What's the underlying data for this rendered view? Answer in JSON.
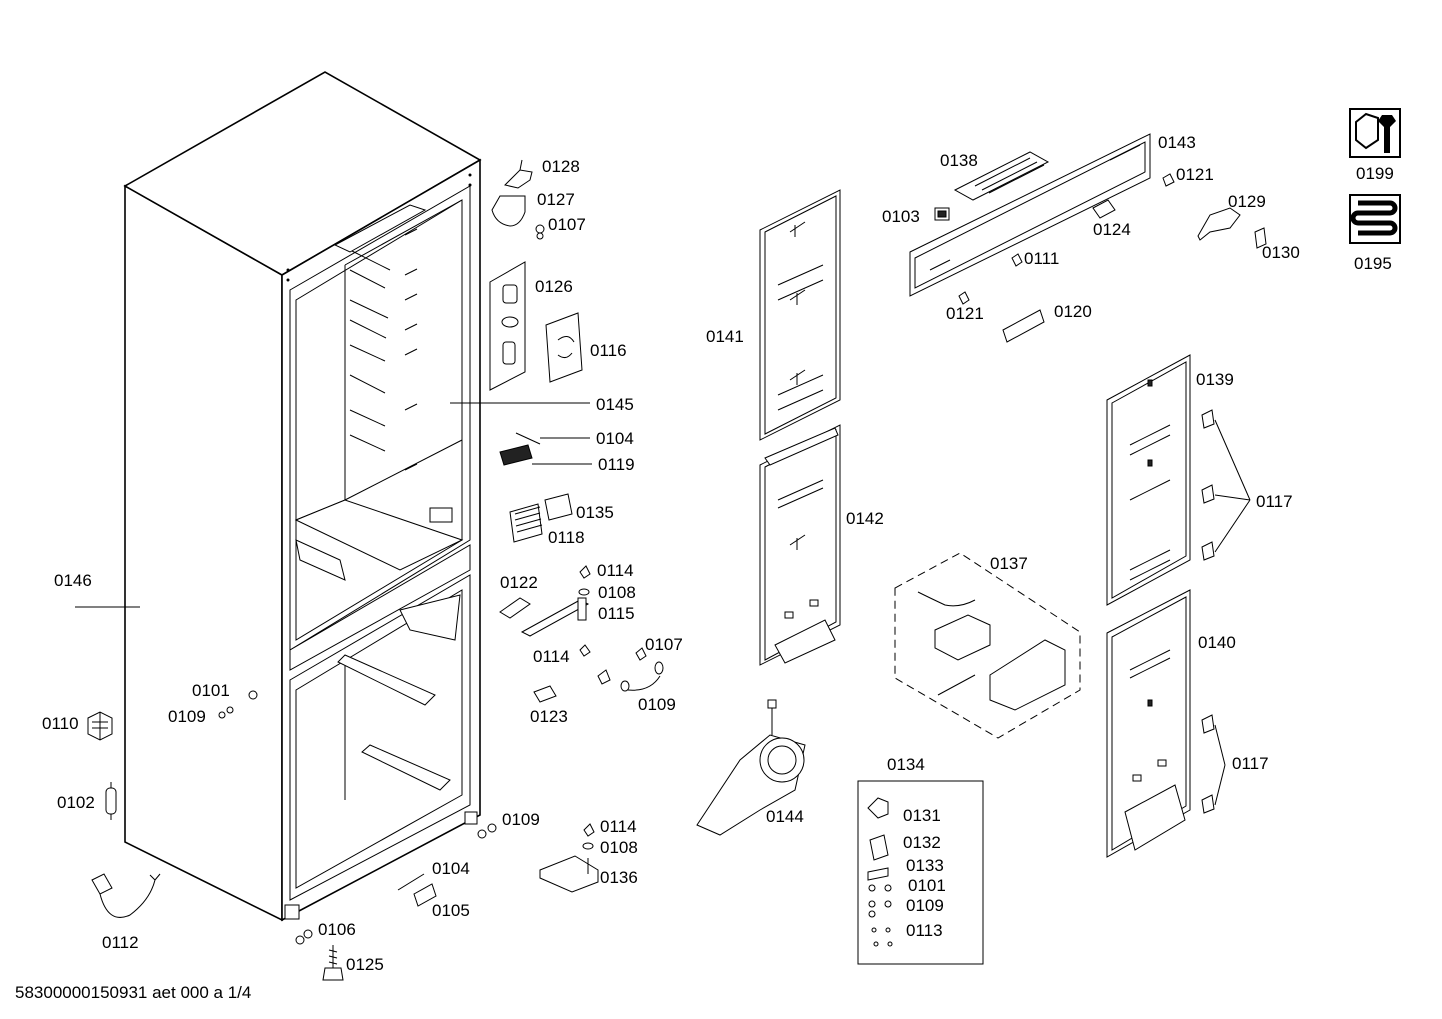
{
  "doc_id": "58300000150931 aet 000 a 1/4",
  "labels": {
    "p0101a": "0101",
    "p0101b": "0101",
    "p0102": "0102",
    "p0103": "0103",
    "p0104a": "0104",
    "p0104b": "0104",
    "p0105": "0105",
    "p0106": "0106",
    "p0107a": "0107",
    "p0107b": "0107",
    "p0108a": "0108",
    "p0108b": "0108",
    "p0109a": "0109",
    "p0109b": "0109",
    "p0109c": "0109",
    "p0109d": "0109",
    "p0110": "0110",
    "p0111": "0111",
    "p0112": "0112",
    "p0113": "0113",
    "p0114a": "0114",
    "p0114b": "0114",
    "p0114c": "0114",
    "p0115": "0115",
    "p0116": "0116",
    "p0117a": "0117",
    "p0117b": "0117",
    "p0118": "0118",
    "p0119": "0119",
    "p0120": "0120",
    "p0121a": "0121",
    "p0121b": "0121",
    "p0122": "0122",
    "p0123": "0123",
    "p0124": "0124",
    "p0125": "0125",
    "p0126": "0126",
    "p0127": "0127",
    "p0128": "0128",
    "p0129": "0129",
    "p0130": "0130",
    "p0131": "0131",
    "p0132": "0132",
    "p0133": "0133",
    "p0134": "0134",
    "p0135": "0135",
    "p0136": "0136",
    "p0137": "0137",
    "p0138": "0138",
    "p0139": "0139",
    "p0140": "0140",
    "p0141": "0141",
    "p0142": "0142",
    "p0143": "0143",
    "p0144": "0144",
    "p0145": "0145",
    "p0146": "0146",
    "p0195": "0195",
    "p0199": "0199"
  },
  "icons": {
    "service_icon": "wrench-nut-icon",
    "refrigerant_icon": "coil-icon"
  }
}
